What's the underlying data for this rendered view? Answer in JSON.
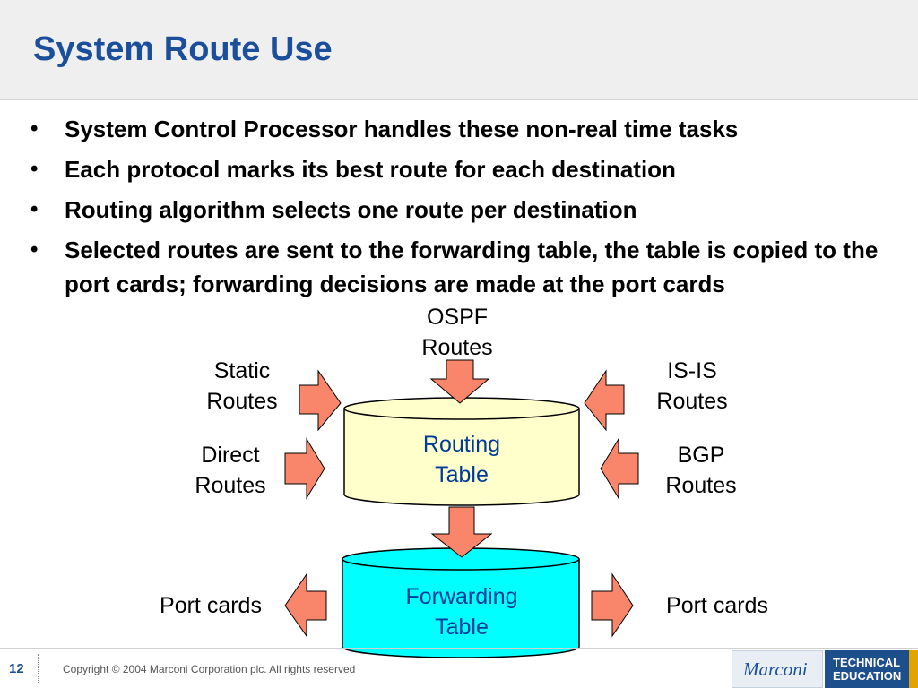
{
  "slide": {
    "title": "System Route Use",
    "bullets": [
      "System Control Processor handles these non-real time tasks",
      "Each protocol marks its best route for each destination",
      "Routing algorithm selects one route per destination",
      "Selected routes are sent to the forwarding table, the table is copied to the port cards; forwarding decisions are made at the port cards"
    ],
    "bullet_symbol": "•"
  },
  "diagram": {
    "sources": {
      "ospf": [
        "OSPF",
        "Routes"
      ],
      "static": [
        "Static",
        "Routes"
      ],
      "isis": [
        "IS-IS",
        "Routes"
      ],
      "direct": [
        "Direct",
        "Routes"
      ],
      "bgp": [
        "BGP",
        "Routes"
      ]
    },
    "routing_table": [
      "Routing",
      "Table"
    ],
    "forwarding_table": [
      "Forwarding",
      "Table"
    ],
    "port_cards_left": "Port cards",
    "port_cards_right": "Port cards",
    "colors": {
      "arrow_fill": "#f9866a",
      "routing_table_fill": "#ffffcc",
      "forwarding_table_fill": "#00ffff",
      "table_text": "#003b9a"
    }
  },
  "footer": {
    "page_number": "12",
    "copyright": "Copyright © 2004 Marconi Corporation plc. All rights reserved",
    "logo": "Marconi",
    "tech_line1": "TECHNICAL",
    "tech_line2": "EDUCATION"
  }
}
